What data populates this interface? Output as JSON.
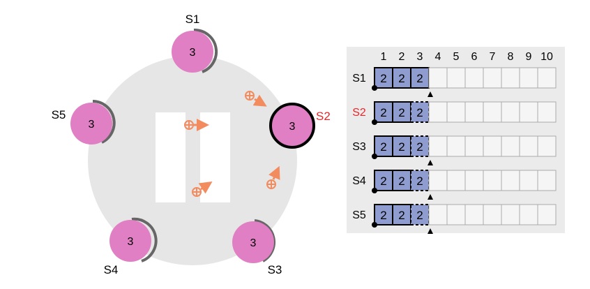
{
  "cluster": {
    "servers": [
      {
        "id": "S1",
        "term": "3",
        "leader": false,
        "label_color": "#000000"
      },
      {
        "id": "S2",
        "term": "3",
        "leader": true,
        "label_color": "#e8262a"
      },
      {
        "id": "S3",
        "term": "3",
        "leader": false,
        "label_color": "#000000"
      },
      {
        "id": "S4",
        "term": "3",
        "leader": false,
        "label_color": "#000000"
      },
      {
        "id": "S5",
        "term": "3",
        "leader": false,
        "label_color": "#000000"
      }
    ],
    "colors": {
      "node_fill": "#e07fc3",
      "ring_bg": "#e6e6e6",
      "message": "#f28b5e",
      "timer_arc": "#666666"
    }
  },
  "log": {
    "index_labels": [
      "1",
      "2",
      "3",
      "4",
      "5",
      "6",
      "7",
      "8",
      "9",
      "10"
    ],
    "rows": [
      {
        "server": "S1",
        "label_color": "#000000",
        "entries": [
          "2",
          "2",
          "2"
        ],
        "committed": [
          true,
          true,
          true
        ]
      },
      {
        "server": "S2",
        "label_color": "#e8262a",
        "entries": [
          "2",
          "2",
          "2"
        ],
        "committed": [
          true,
          true,
          false
        ]
      },
      {
        "server": "S3",
        "label_color": "#000000",
        "entries": [
          "2",
          "2",
          "2"
        ],
        "committed": [
          true,
          true,
          false
        ]
      },
      {
        "server": "S4",
        "label_color": "#000000",
        "entries": [
          "2",
          "2",
          "2"
        ],
        "committed": [
          true,
          true,
          false
        ]
      },
      {
        "server": "S5",
        "label_color": "#000000",
        "entries": [
          "2",
          "2",
          "2"
        ],
        "committed": [
          true,
          true,
          false
        ]
      }
    ],
    "colors": {
      "panel_bg": "#ebebeb",
      "entry_fill": "#8e9ccf",
      "empty_fill": "#f5f5f5"
    }
  }
}
